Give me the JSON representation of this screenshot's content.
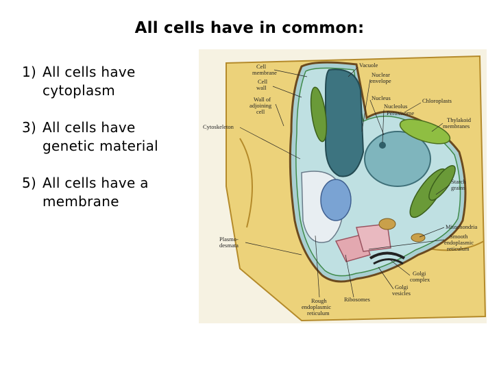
{
  "slide": {
    "title": "All cells have in common:",
    "points": [
      {
        "num": "1)",
        "lines": [
          "All cells have",
          "cytoplasm"
        ]
      },
      {
        "num": "3)",
        "lines": [
          "All cells have",
          "genetic material"
        ]
      },
      {
        "num": "5)",
        "lines": [
          "All cells have a",
          "membrane"
        ]
      }
    ]
  },
  "figure": {
    "labels": {
      "cell_membrane": [
        "Cell",
        "membrane"
      ],
      "cell_wall": [
        "Cell",
        "wall"
      ],
      "wall_adjoining": [
        "Wall of",
        "adjoining",
        "cell"
      ],
      "cytoskeleton": [
        "Cytoskeleton"
      ],
      "vacuole": [
        "Vacuole"
      ],
      "nuclear_envelope": [
        "Nuclear",
        "envelope"
      ],
      "nucleus": [
        "Nucleus"
      ],
      "nucleolus": [
        "Nucleolus"
      ],
      "peroxisome": [
        "Peroxisome"
      ],
      "chloroplasts": [
        "Chloroplasts"
      ],
      "thylakoid": [
        "Thylakoid",
        "membranes"
      ],
      "starch": [
        "Starch",
        "grains"
      ],
      "mitochondria": [
        "Mitochondria"
      ],
      "smooth_er": [
        "Smooth",
        "endoplasmic",
        "reticulum"
      ],
      "plasmodesmata": [
        "Plasmo-",
        "desmata"
      ],
      "golgi_complex": [
        "Golgi",
        "complex"
      ],
      "golgi_vesicles": [
        "Golgi",
        "vesicles"
      ],
      "ribosomes": [
        "Ribosomes"
      ],
      "rough_er": [
        "Rough",
        "endoplasmic",
        "reticulum"
      ]
    }
  }
}
